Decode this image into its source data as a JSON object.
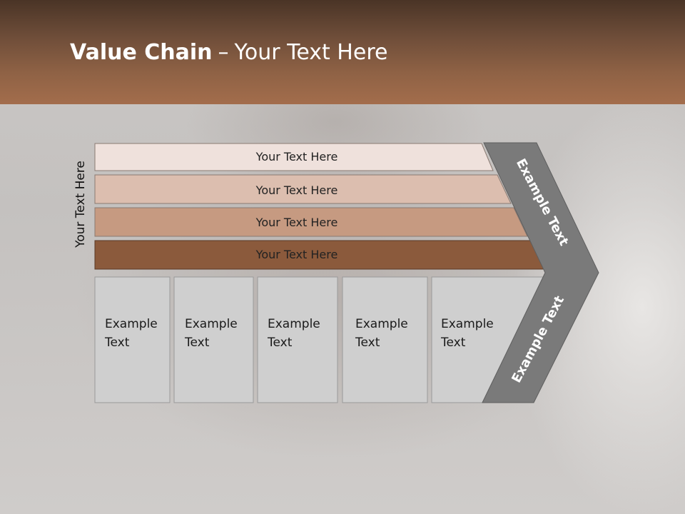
{
  "slide": {
    "title_bold": "Value Chain",
    "title_separator": "–",
    "title_rest": "Your Text Here"
  },
  "side_label": "Your Text Here",
  "bars": [
    {
      "label": "Your Text Here",
      "color": "#efe1dc"
    },
    {
      "label": "Your Text Here",
      "color": "#dcbeaf"
    },
    {
      "label": "Your Text Here",
      "color": "#c69a81"
    },
    {
      "label": "Your Text Here",
      "color": "#8b5a3c"
    }
  ],
  "columns": [
    {
      "line1": "Example",
      "line2": "Text"
    },
    {
      "line1": "Example",
      "line2": "Text"
    },
    {
      "line1": "Example",
      "line2": "Text"
    },
    {
      "line1": "Example",
      "line2": "Text"
    },
    {
      "line1": "Example",
      "line2": "Text"
    }
  ],
  "chevron": {
    "upper_text": "Example Text",
    "lower_text": "Example Text",
    "color": "#7a7a7a"
  }
}
